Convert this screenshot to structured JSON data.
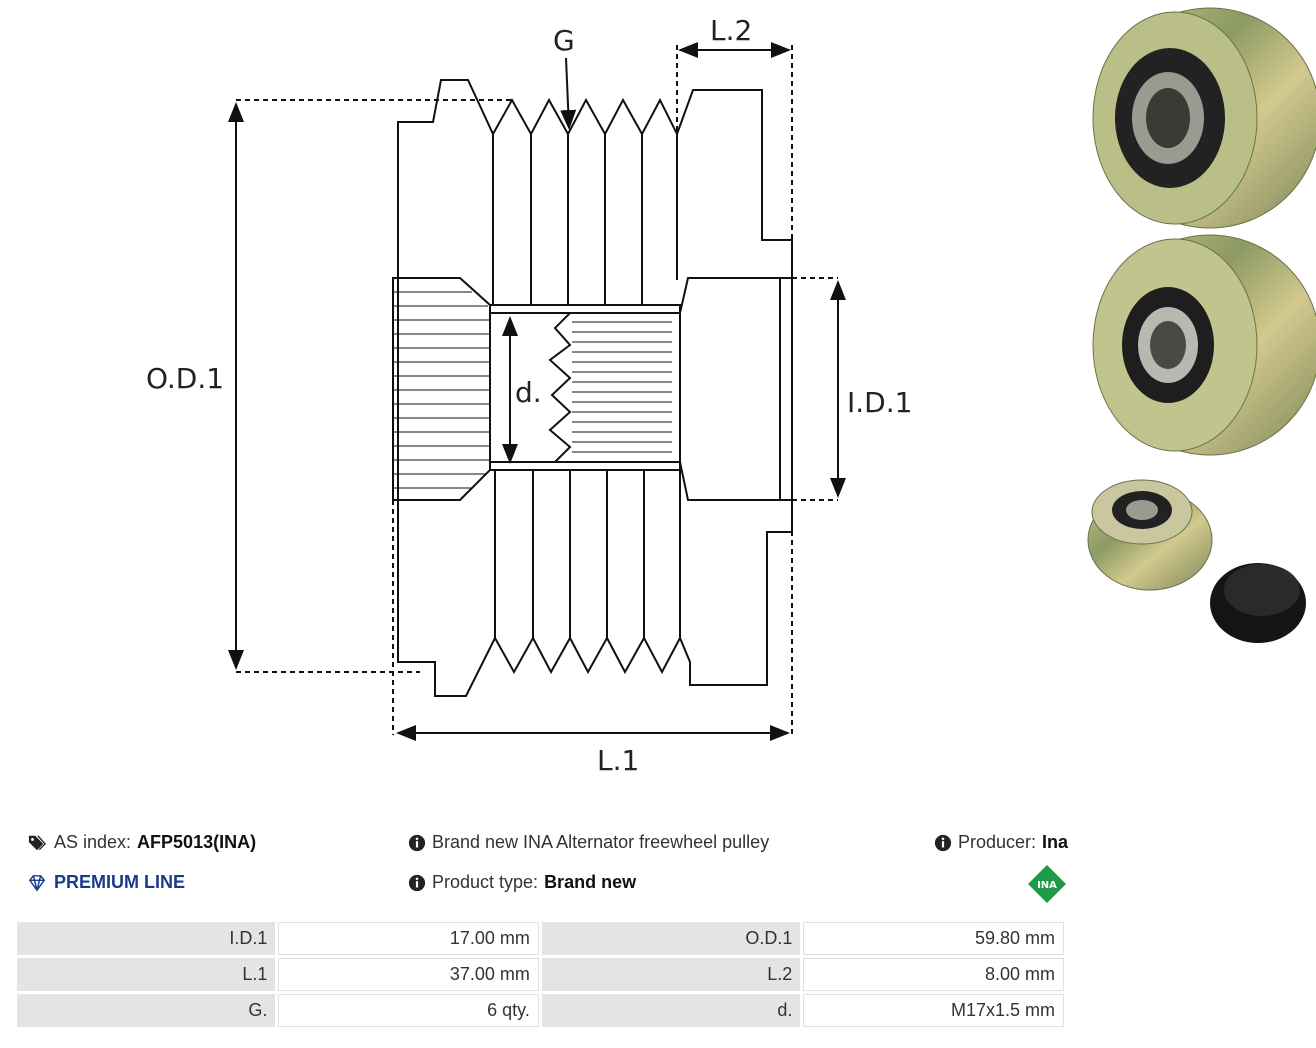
{
  "diagram": {
    "labels": {
      "g": "G",
      "l2": "L.2",
      "od1": "O.D.1",
      "id1": "I.D.1",
      "d": "d.",
      "l1": "L.1"
    }
  },
  "product": {
    "as_index_label": "AS index:",
    "as_index_value": "AFP5013(INA)",
    "description": "Brand new INA Alternator freewheel pulley",
    "producer_label": "Producer:",
    "producer_value": "Ina",
    "premium": "PREMIUM LINE",
    "type_label": "Product type:",
    "type_value": "Brand new",
    "logo_text": "INA"
  },
  "specs": [
    {
      "k1": "I.D.1",
      "v1": "17.00 mm",
      "k2": "O.D.1",
      "v2": "59.80 mm"
    },
    {
      "k1": "L.1",
      "v1": "37.00 mm",
      "k2": "L.2",
      "v2": "8.00 mm"
    },
    {
      "k1": "G.",
      "v1": "6 qty.",
      "k2": "d.",
      "v2": "M17x1.5 mm"
    }
  ],
  "colors": {
    "premium": "#1a3b8a",
    "logo_green": "#1f9a4a",
    "table_key_bg": "#e4e4e4"
  }
}
